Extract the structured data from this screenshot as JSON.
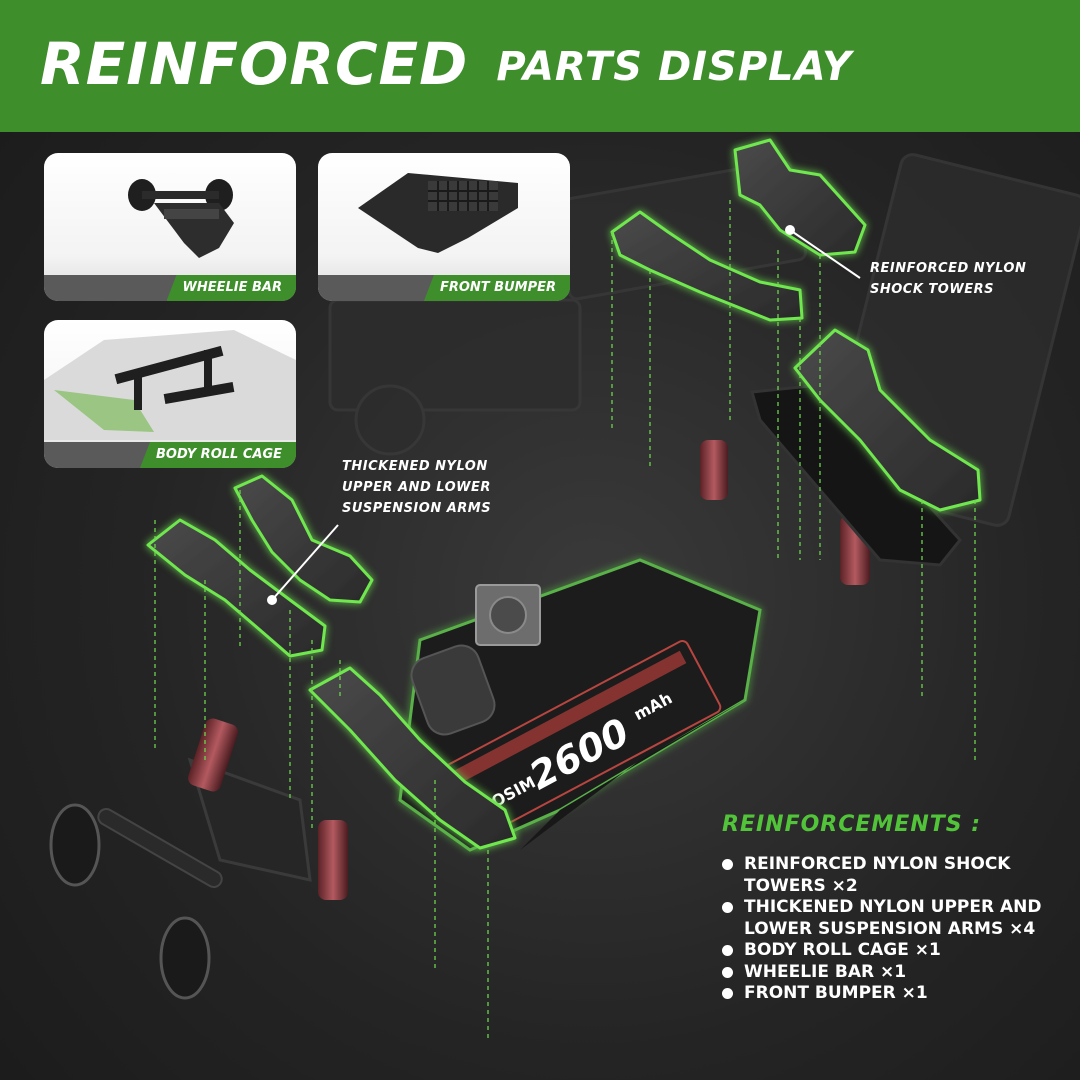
{
  "header": {
    "title_part1": "REINFORCED",
    "title_part2": "PARTS DISPLAY"
  },
  "cards": [
    {
      "label": "WHEELIE BAR"
    },
    {
      "label": "FRONT BUMPER"
    },
    {
      "label": "BODY ROLL CAGE"
    }
  ],
  "callouts": {
    "shock_towers": [
      "REINFORCED NYLON",
      "SHOCK TOWERS"
    ],
    "suspension_arms": [
      "THICKENED NYLON",
      "UPPER AND LOWER",
      "SUSPENSION ARMS"
    ]
  },
  "battery": {
    "brand": "HOSIM",
    "capacity": "2600",
    "unit": "mAh"
  },
  "reinforcements": {
    "title": "REINFORCEMENTS :",
    "items": [
      {
        "text": "REINFORCED NYLON SHOCK TOWERS",
        "qty": "×2"
      },
      {
        "text": "THICKENED NYLON UPPER AND LOWER SUSPENSION ARMS",
        "qty": "×4"
      },
      {
        "text": "BODY ROLL CAGE",
        "qty": "×1"
      },
      {
        "text": "WHEELIE BAR",
        "qty": "×1"
      },
      {
        "text": "FRONT BUMPER",
        "qty": "×1"
      }
    ]
  },
  "colors": {
    "header_green": "#3f8e2c",
    "accent_green": "#52c43a",
    "glow_green": "#7dff5a",
    "background": "#262626"
  }
}
